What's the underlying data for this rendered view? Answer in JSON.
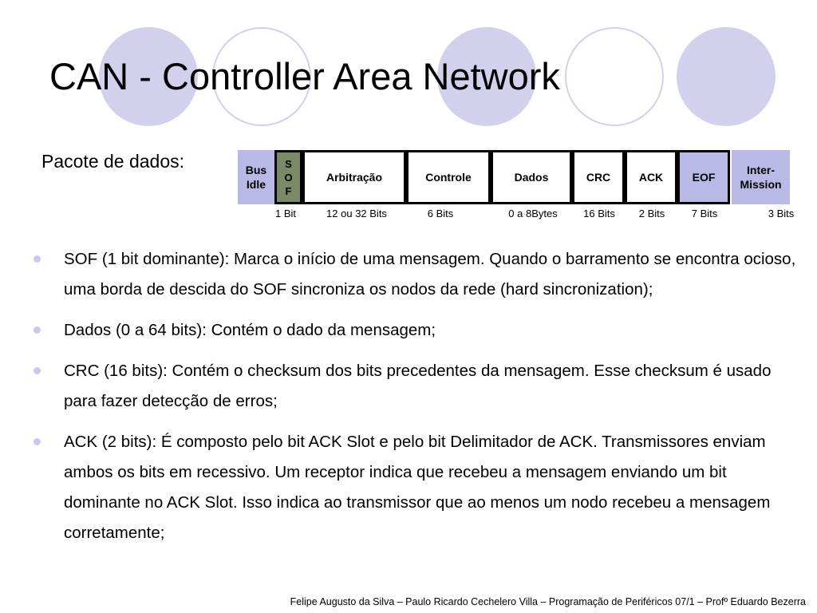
{
  "slide": {
    "title": "CAN - Controller Area Network",
    "packet_label": "Pacote de dados:",
    "footer": "Felipe Augusto da Silva – Paulo Ricardo Cechelero Villa – Programação de Periféricos 07/1 – Profº Eduardo Bezerra"
  },
  "frame": {
    "fields": [
      {
        "label": "Bus\nIdle",
        "bits": "1 Bit",
        "color": "#b9b9e6"
      },
      {
        "label": "S\nO\nF",
        "bits": "12 ou 32 Bits",
        "color": "#7a8a67"
      },
      {
        "label": "Arbitração",
        "bits": "6 Bits",
        "color": "#ffffff"
      },
      {
        "label": "Controle",
        "bits": "0 a 8Bytes",
        "color": "#ffffff"
      },
      {
        "label": "Dados",
        "bits": "16 Bits",
        "color": "#ffffff"
      },
      {
        "label": "CRC",
        "bits": "2 Bits",
        "color": "#ffffff"
      },
      {
        "label": "ACK",
        "bits": "7 Bits",
        "color": "#ffffff"
      },
      {
        "label": "EOF",
        "bits": "3 Bits",
        "color": "#b9b9e6"
      },
      {
        "label": "Inter-\nMission",
        "bits": "",
        "color": "#b9b9e6"
      }
    ]
  },
  "bullets": [
    "SOF (1 bit dominante): Marca o início de uma mensagem. Quando o barramento se encontra ocioso, uma borda de descida do SOF sincroniza os nodos da rede (hard sincronization);",
    "Dados (0 a 64 bits): Contém o dado da mensagem;",
    "CRC (16 bits): Contém o checksum dos bits precedentes da mensagem. Esse checksum é usado para fazer detecção de erros;",
    "ACK (2 bits): É composto pelo bit ACK Slot e pelo bit Delimitador de ACK. Transmissores enviam ambos os bits em recessivo. Um receptor indica que recebeu a mensagem enviando um bit dominante no ACK Slot. Isso indica ao transmissor que ao menos um nodo recebeu a mensagem corretamente;"
  ]
}
